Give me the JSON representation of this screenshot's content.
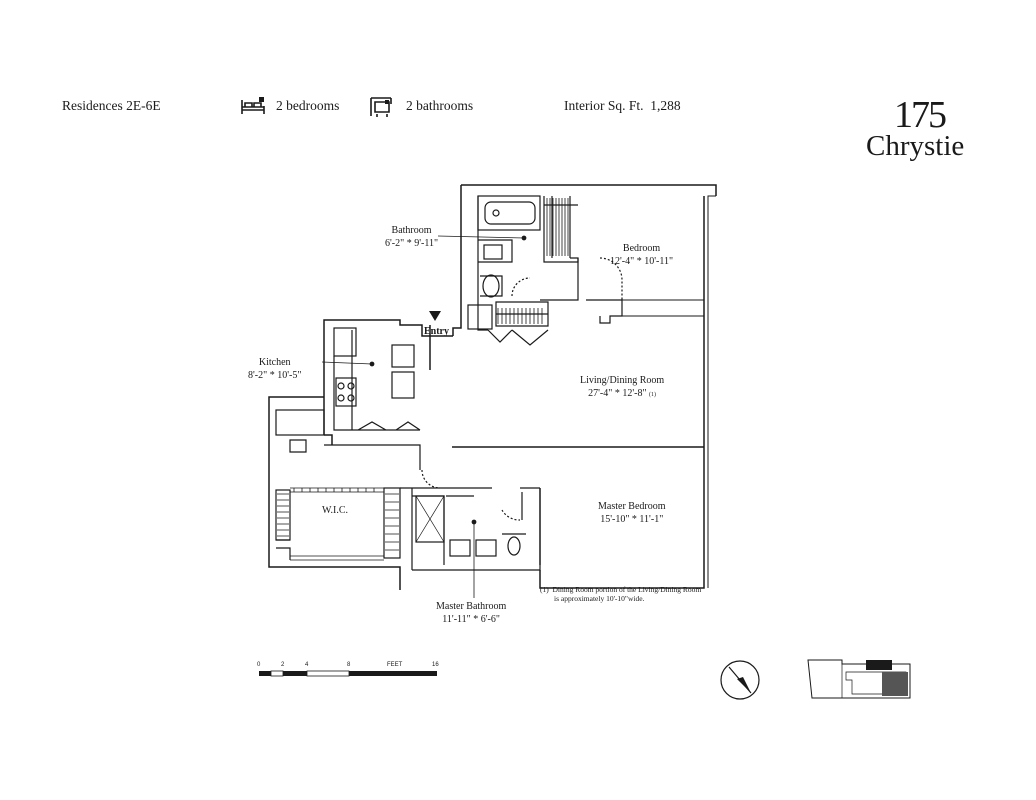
{
  "header": {
    "residences": "Residences 2E-6E",
    "bedrooms": "2 bedrooms",
    "bathrooms": "2 bathrooms",
    "sqft_label": "Interior Sq. Ft.",
    "sqft_value": "1,288"
  },
  "logo": {
    "number": "175",
    "name": "Chrystie"
  },
  "rooms": {
    "bathroom": {
      "name": "Bathroom",
      "dims": "6'-2\" * 9'-11\""
    },
    "bedroom": {
      "name": "Bedroom",
      "dims": "12'-4\" * 10'-11\""
    },
    "entry": "Entry",
    "kitchen": {
      "name": "Kitchen",
      "dims": "8'-2\" * 10'-5\""
    },
    "living": {
      "name": "Living/Dining Room",
      "dims": "27'-4\" * 12'-8\"",
      "mark": "(1)"
    },
    "wic": "W.I.C.",
    "master_bedroom": {
      "name": "Master Bedroom",
      "dims": "15'-10\" * 11'-1\""
    },
    "master_bathroom": {
      "name": "Master Bathroom",
      "dims": "11'-11\" * 6'-6\""
    }
  },
  "footnote": {
    "mark": "(1)",
    "line1": "Dining Room portion of the Living/Dining Room",
    "line2": "is approximately 10'-10\"wide."
  },
  "scale": {
    "t0": "0",
    "t2": "2",
    "t4": "4",
    "t8": "8",
    "unit": "FEET",
    "t16": "16"
  },
  "icons": [
    "bed-icon",
    "bathtub-icon",
    "north-arrow-icon",
    "key-plan-icon"
  ]
}
